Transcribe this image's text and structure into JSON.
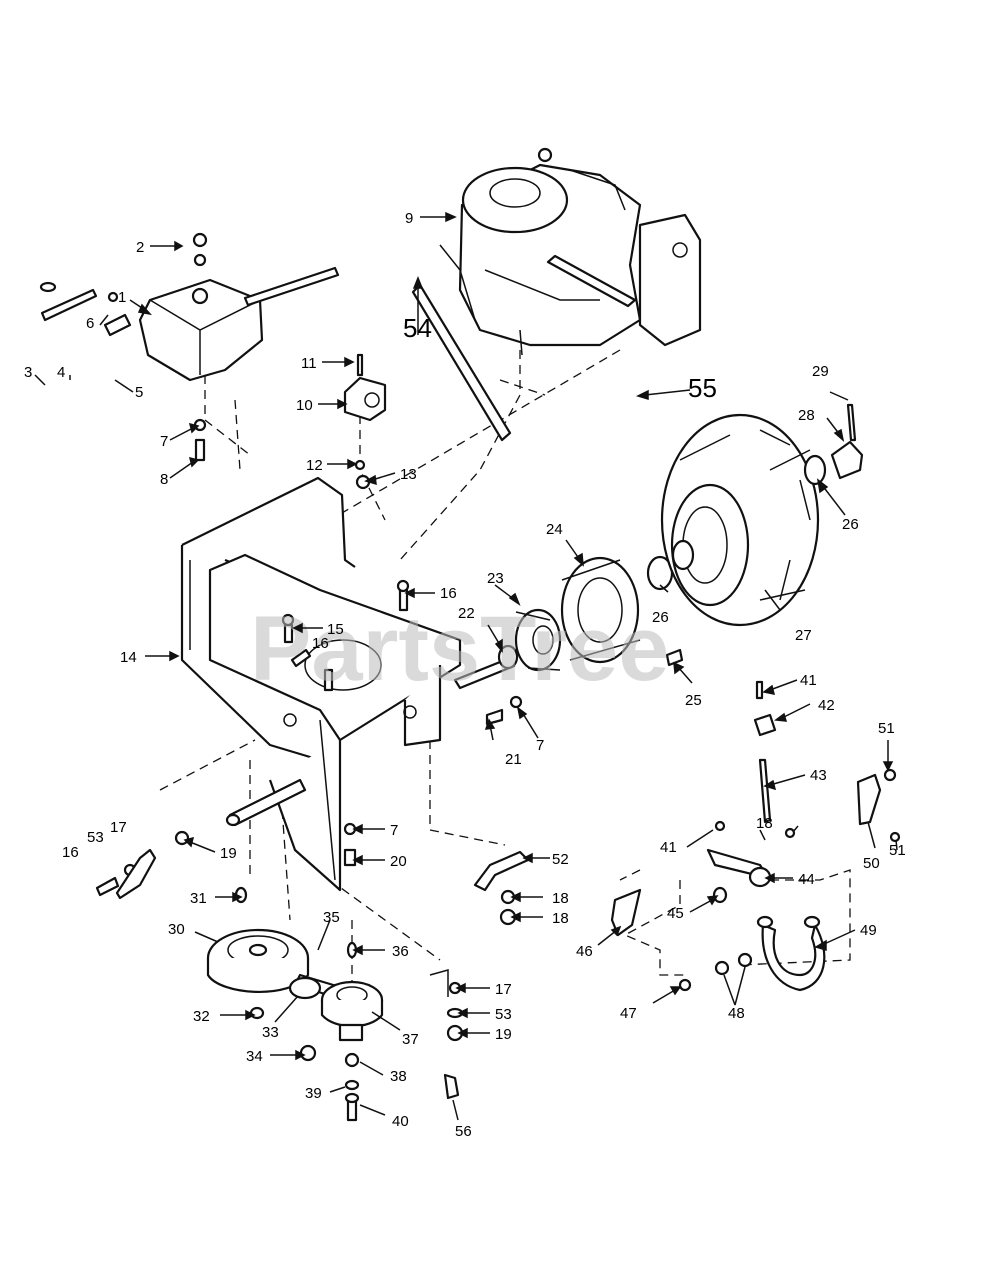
{
  "watermark": "PartsTree",
  "callouts": [
    "1",
    "2",
    "3",
    "4",
    "5",
    "6",
    "7",
    "8",
    "9",
    "10",
    "11",
    "12",
    "13",
    "14",
    "15",
    "16",
    "17",
    "18",
    "19",
    "20",
    "21",
    "22",
    "23",
    "24",
    "25",
    "26",
    "27",
    "28",
    "29",
    "30",
    "31",
    "32",
    "33",
    "34",
    "35",
    "36",
    "37",
    "38",
    "39",
    "40",
    "41",
    "42",
    "43",
    "44",
    "45",
    "46",
    "47",
    "48",
    "49",
    "50",
    "51",
    "52",
    "53",
    "54",
    "55",
    "56"
  ],
  "colors": {
    "line": "#111111",
    "background": "#ffffff",
    "watermark": "#bdbdbd"
  }
}
